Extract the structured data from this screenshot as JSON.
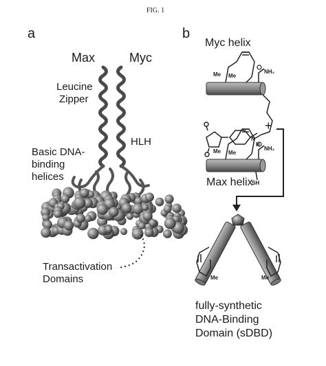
{
  "figure": {
    "title": "FIG. 1"
  },
  "panel_a": {
    "letter": "a",
    "max_label": "Max",
    "myc_label": "Myc",
    "leucine_label": "Leucine",
    "zipper_label": "Zipper",
    "basic_label_1": "Basic DNA-",
    "basic_label_2": "binding",
    "basic_label_3": "helices",
    "hlh_label": "HLH",
    "transactivation_1": "Transactivation",
    "transactivation_2": "Domains"
  },
  "panel_b": {
    "letter": "b",
    "myc_helix": "Myc helix",
    "max_helix": "Max helix",
    "plus": "+",
    "me": "Me",
    "nh2": "NH₂",
    "sh": "SH",
    "nh": "N",
    "h": "H",
    "product_1": "fully-synthetic",
    "product_2": "DNA-Binding",
    "product_3": "Domain (sDBD)"
  }
}
